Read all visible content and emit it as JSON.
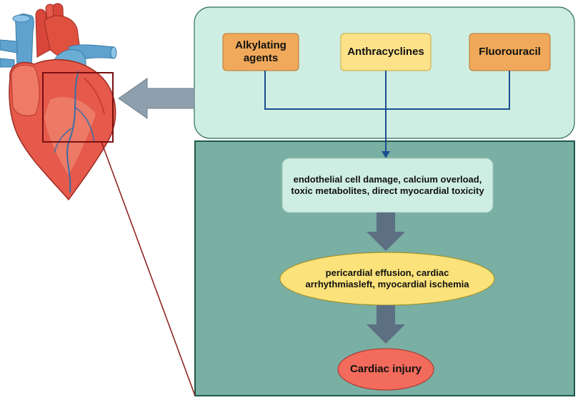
{
  "drugs": {
    "alkylating": "Alkylating agents",
    "anthracyclines": "Anthracyclines",
    "fluorouracil": "Fluorouracil"
  },
  "mechanism": "endothelial cell damage, calcium overload, toxic metabolites, direct myocardial toxicity",
  "effects": "pericardial effusion, cardiac arrhythmiasleft, myocardial ischemia",
  "outcome": "Cardiac injury",
  "colors": {
    "top_panel": "#cfeee3",
    "bottom_panel": "#7aafa3",
    "panel_border_bottom": "#1d5a48",
    "drug_orange": "#f0a95a",
    "drug_yellow": "#fde28a",
    "connector_blue": "#1a4f8f",
    "mechanism_box": "#cfeee3",
    "effects_ellipse": "#fbe27a",
    "injury_ellipse": "#f26b5c",
    "gray_arrow": "#5d6f83",
    "zoom_line": "#8b1a1a",
    "heart_red": "#e55a4a",
    "heart_blue": "#5fa2cf"
  }
}
